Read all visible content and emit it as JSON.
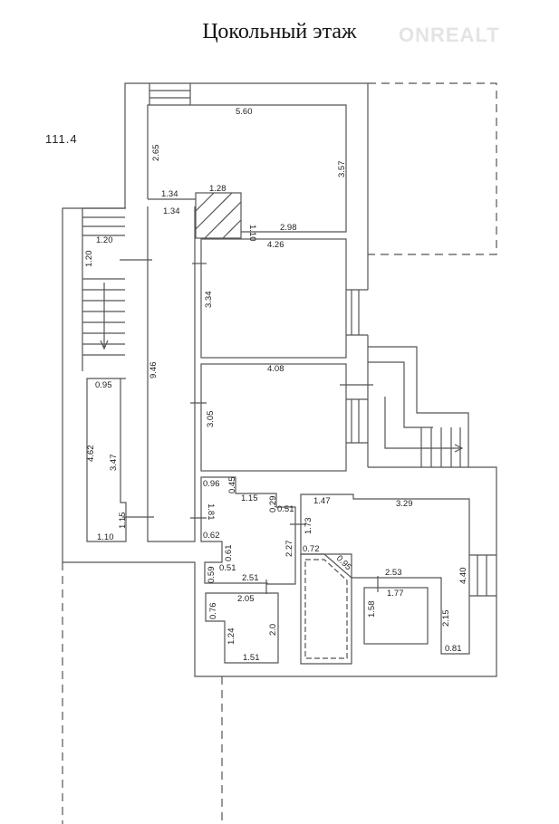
{
  "title": "Цокольный этаж",
  "watermark": "ONREALT",
  "total_area": "111.4",
  "labels": [
    "5.60",
    "2.65",
    "3.57",
    "1.34",
    "1.34",
    "1.28",
    "1.10",
    "2.98",
    "4.26",
    "1.20",
    "1.20",
    "3.34",
    "9.46",
    "4.08",
    "3.05",
    "0.95",
    "4.62",
    "3.47",
    "1.15",
    "1.10",
    "0.96",
    "0.45",
    "1.15",
    "0.29",
    "0.51",
    "1.81",
    "1.73",
    "0.62",
    "0.61",
    "2.27",
    "0.59",
    "0.51",
    "2.51",
    "1.47",
    "3.29",
    "0.72",
    "0.95",
    "2.53",
    "1.77",
    "4.40",
    "2.05",
    "0.76",
    "1.24",
    "2.0",
    "1.51",
    "1.58",
    "2.15",
    "0.81"
  ]
}
